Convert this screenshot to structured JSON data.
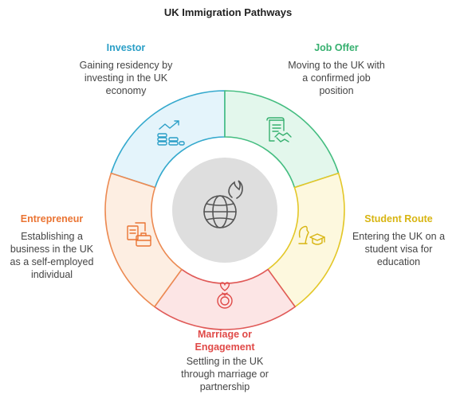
{
  "title": "UK Immigration Pathways",
  "center": {
    "icon": "globe-with-flame-icon"
  },
  "segments": [
    {
      "id": "investor",
      "title": "Investor",
      "description": "Gaining residency by investing in the UK economy",
      "icon": "chart-coins-icon",
      "fill": "#e4f4fb",
      "stroke": "#34a9cd",
      "title_color": "#2b9fc7"
    },
    {
      "id": "job-offer",
      "title": "Job Offer",
      "description": "Moving to the UK with a confirmed job position",
      "icon": "contract-handshake-icon",
      "fill": "#e3f7ec",
      "stroke": "#44bd80",
      "title_color": "#36b06f"
    },
    {
      "id": "student-route",
      "title": "Student Route",
      "description": "Entering the UK on a student visa for education",
      "icon": "student-cap-icon",
      "fill": "#fdf8de",
      "stroke": "#e3c728",
      "title_color": "#d8b512"
    },
    {
      "id": "marriage",
      "title": "Marriage or Engagement",
      "description": "Settling in the UK through marriage or partnership",
      "icon": "ring-heart-icon",
      "fill": "#fce5e5",
      "stroke": "#e05a58",
      "title_color": "#e04a48"
    },
    {
      "id": "entrepreneur",
      "title": "Entrepreneur",
      "description": "Establishing a business in the UK as a self-employed individual",
      "icon": "briefcase-documents-icon",
      "fill": "#fdeee2",
      "stroke": "#ec8a52",
      "title_color": "#ea7433"
    }
  ]
}
